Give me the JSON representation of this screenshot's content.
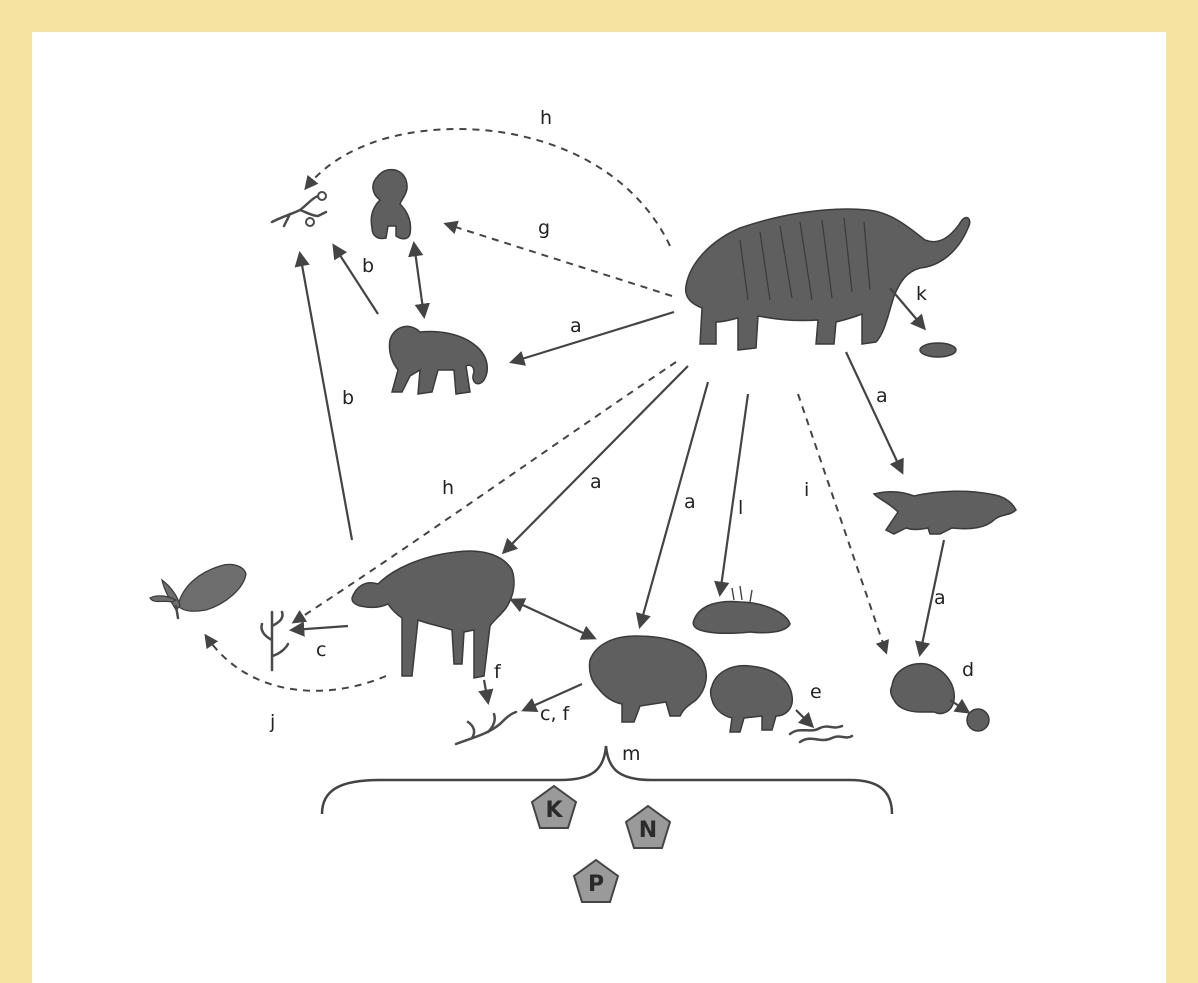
{
  "labels": {
    "h_top": "h",
    "g": "g",
    "b_monkey": "b",
    "k": "k",
    "a_monkey": "a",
    "b_left": "b",
    "a_right": "a",
    "h_mid": "h",
    "a_deer": "a",
    "a_peccary": "a",
    "l": "l",
    "i": "i",
    "a_lower_right": "a",
    "c": "c",
    "d": "d",
    "f": "f",
    "e": "e",
    "j": "j",
    "cf": "c, f",
    "m": "m"
  },
  "nutrients": [
    "K",
    "N",
    "P"
  ],
  "colors": {
    "border": "#f7e3a1",
    "background": "#ffffff",
    "drawing": "#5f5f5f",
    "nutrient_fill": "#9a9a9a"
  }
}
